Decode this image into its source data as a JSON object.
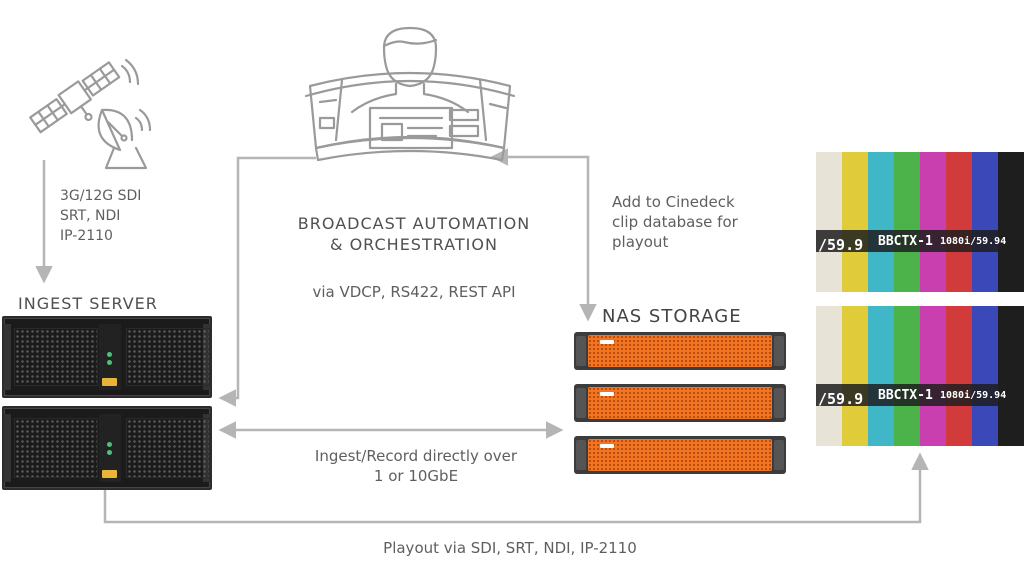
{
  "source": {
    "icons": [
      "satellite-icon",
      "dish-antenna-icon"
    ],
    "input_labels": [
      "3G/12G SDI",
      "SRT, NDI",
      "IP-2110"
    ]
  },
  "ingest_server": {
    "title": "INGEST SERVER"
  },
  "automation": {
    "icon": "operator-console-icon",
    "title_line1": "BROADCAST AUTOMATION",
    "title_line2": "& ORCHESTRATION",
    "protocols": "via VDCP, RS422, REST API"
  },
  "clip_db": {
    "lines": [
      "Add to Cinedeck",
      "clip database for",
      "playout"
    ]
  },
  "nas": {
    "title": "NAS STORAGE"
  },
  "record_link": {
    "line1": "Ingest/Record directly over",
    "line2": "1 or 10GbE"
  },
  "playout": {
    "label": "Playout via SDI, SRT, NDI, IP-2110"
  },
  "monitor": {
    "overlay_texts": [
      "/59.9",
      "BBCTX-1",
      "1080i/59.94",
      "BBCTX-1"
    ]
  },
  "colors": {
    "arrow": "#b5b5b5",
    "icon_stroke": "#9a9a9a",
    "nas_orange": "#f37421",
    "server_black": "#1b1b1b"
  }
}
